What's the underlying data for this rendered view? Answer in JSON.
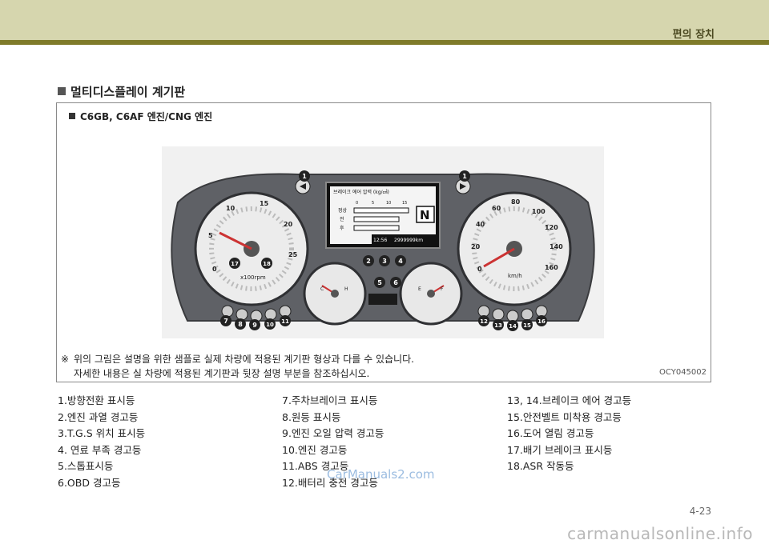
{
  "header": {
    "title": "편의 장치"
  },
  "section": {
    "title": "멀티디스플레이 계기판"
  },
  "subsection": {
    "title": "C6GB, C6AF 엔진/CNG 엔진"
  },
  "display": {
    "brake_title": "브레이크 에어 압력 (kg/㎠)",
    "scale": [
      "0",
      "5",
      "10",
      "15"
    ],
    "rows": [
      "정상",
      "전",
      "후"
    ],
    "gear": "N",
    "time": "12:56",
    "odometer": "2999999km"
  },
  "gauges": {
    "tach_unit": "x100rpm",
    "tach_ticks": [
      "0",
      "5",
      "10",
      "15",
      "20",
      "25"
    ],
    "speed_unit": "km/h",
    "speed_ticks": [
      "0",
      "20",
      "40",
      "60",
      "80",
      "100",
      "120",
      "140",
      "160"
    ],
    "temp_c": "C",
    "temp_h": "H",
    "fuel_e": "E",
    "fuel_f": "F"
  },
  "callouts": [
    "1",
    "1",
    "2",
    "3",
    "4",
    "5",
    "6",
    "7",
    "8",
    "9",
    "10",
    "11",
    "12",
    "13",
    "14",
    "15",
    "16",
    "17",
    "18"
  ],
  "note": {
    "mark": "※",
    "line1": "위의 그림은 설명을 위한 샘플로 실제 차량에 적용된 계기판 형상과 다를 수 있습니다.",
    "line2": "자세한 내용은 실 차량에 적용된 계기판과 뒷장 설명 부분을 참조하십시오."
  },
  "image_code": "OCY045002",
  "legend": {
    "col1": [
      "1.방향전환 표시등",
      "2.엔진 과열 경고등",
      "3.T.G.S 위치 표시등",
      "4. 연료 부족 경고등",
      "5.스톱표시등",
      "6.OBD 경고등"
    ],
    "col2": [
      "7.주차브레이크 표시등",
      "8.원등 표시등",
      "9.엔진 오일 압력 경고등",
      "10.엔진 경고등",
      "11.ABS 경고등",
      "12.배터리 충전 경고등"
    ],
    "col3": [
      "13, 14.브레이크 에어 경고등",
      "15.안전벨트 미착용 경고등",
      "16.도어 열림 경고등",
      "17.배기 브레이크 표시등",
      "18.ASR 작동등"
    ]
  },
  "watermark": "CarManuals2.com",
  "page_number": "4-23",
  "footer": "carmanualsonline.info",
  "colors": {
    "header_bg": "#d6d6ae",
    "header_line": "#7f7b2a",
    "callout": "#222222"
  }
}
